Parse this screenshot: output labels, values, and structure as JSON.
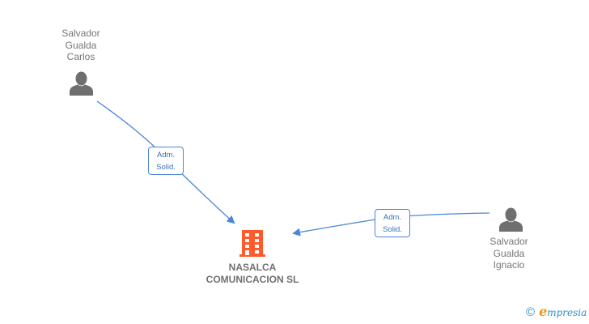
{
  "diagram": {
    "nodes": {
      "person_1": {
        "type": "person",
        "name_lines": [
          "Salvador",
          "Gualda",
          "Carlos"
        ],
        "icon": "person-icon"
      },
      "person_2": {
        "type": "person",
        "name_lines": [
          "Salvador",
          "Gualda",
          "Ignacio"
        ],
        "icon": "person-icon"
      },
      "company": {
        "type": "company",
        "name_lines": [
          "NASALCA",
          "COMUNICACION SL"
        ],
        "icon": "building-icon"
      }
    },
    "edges": [
      {
        "from": "person_1",
        "to": "company",
        "label_lines": [
          "Adm.",
          "Solid."
        ]
      },
      {
        "from": "person_2",
        "to": "company",
        "label_lines": [
          "Adm.",
          "Solid."
        ]
      }
    ]
  },
  "colors": {
    "edge": "#4a86d9",
    "person_icon": "#6f6f6f",
    "company_icon": "#ff5a2c",
    "label_text": "#777777"
  },
  "brand": {
    "copyright_symbol": "©",
    "initial": "e",
    "rest": "mpresia"
  }
}
